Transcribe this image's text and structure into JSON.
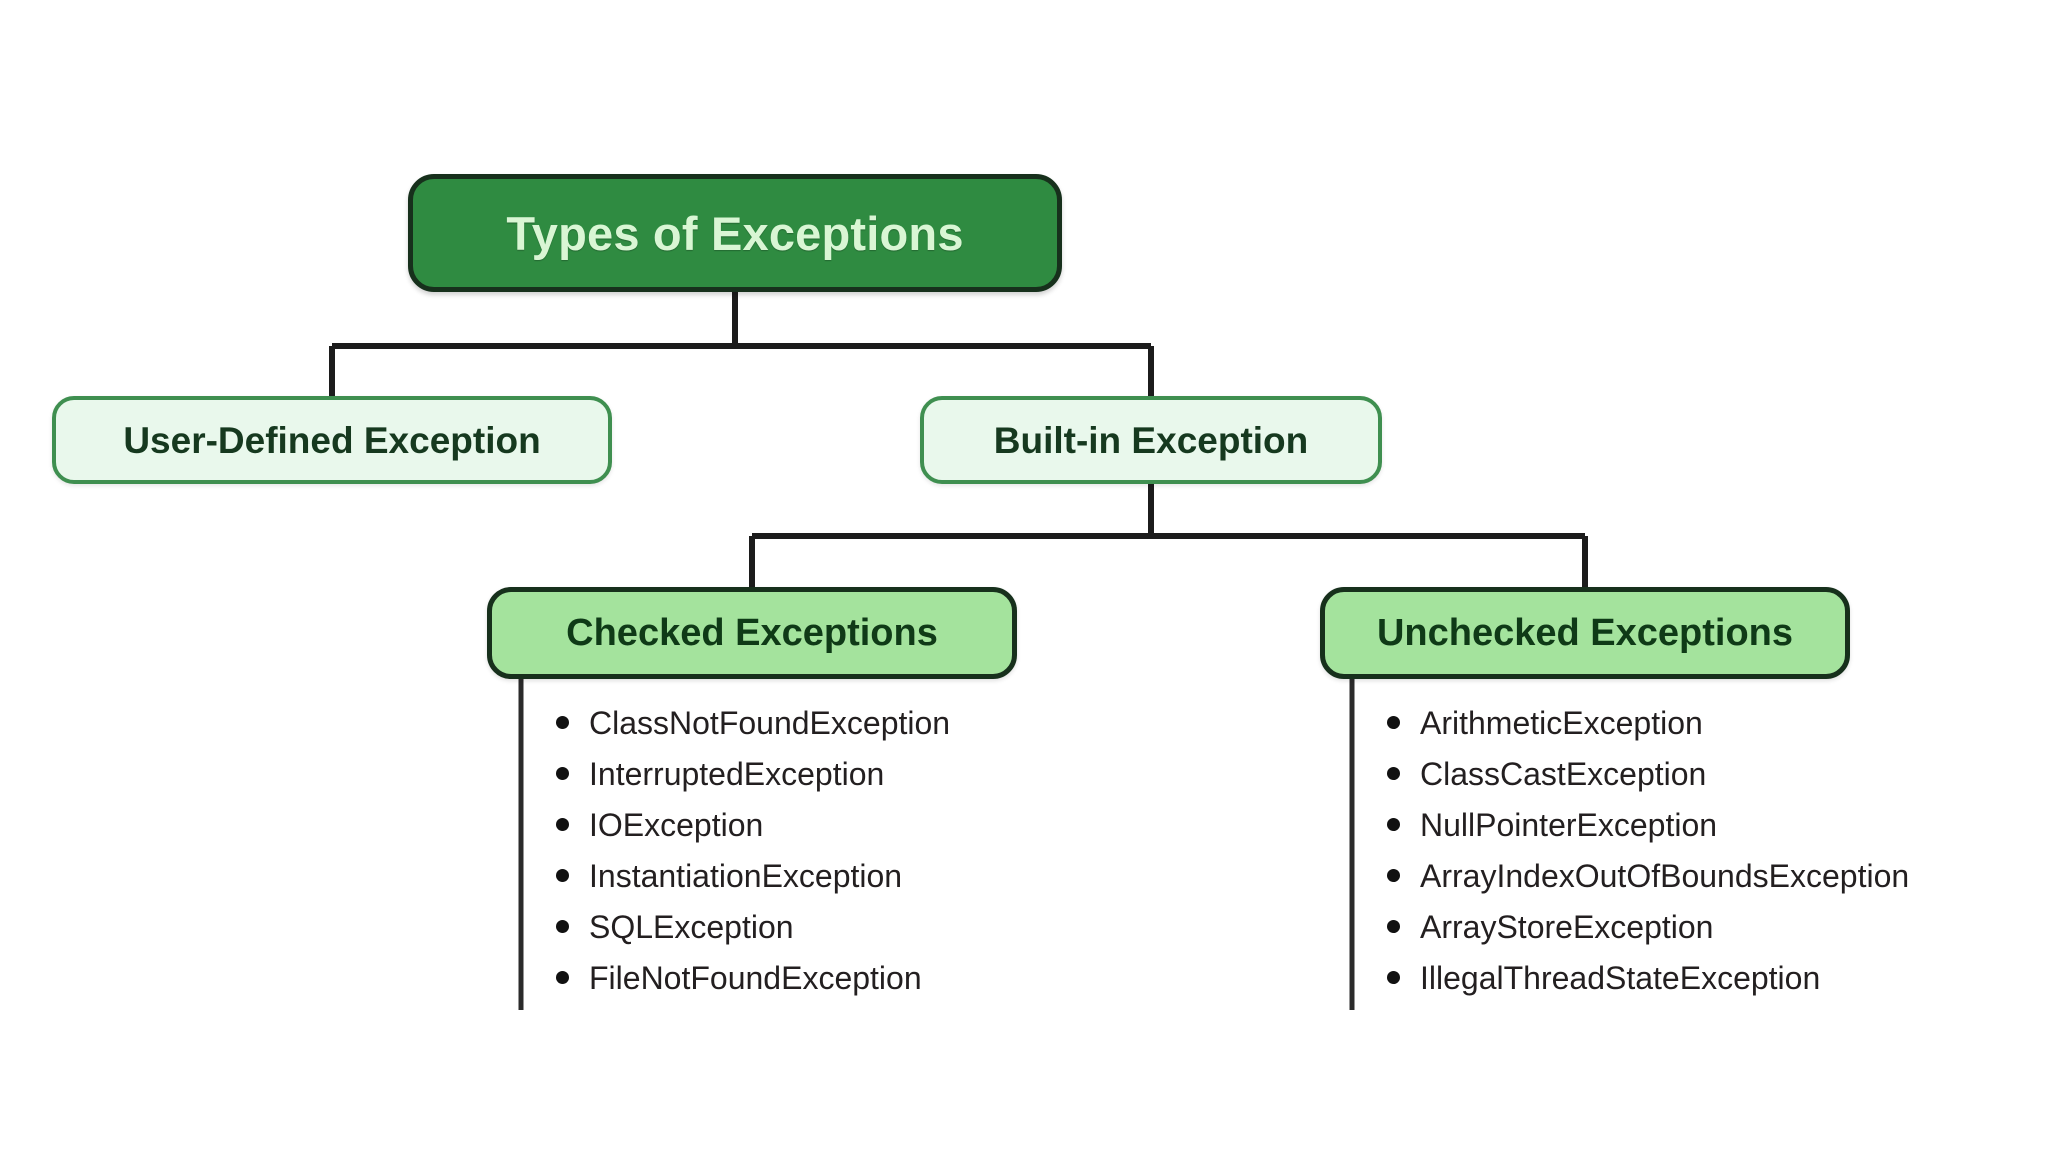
{
  "diagram": {
    "title": "Types of Exceptions",
    "background_color": "#ffffff",
    "connector_color": "#1c1c1c",
    "root": {
      "label": "Types of Exceptions",
      "fill_color": "#2F8B41",
      "border_color": "#17301c",
      "text_color": "#d9f6d4"
    },
    "level2": [
      {
        "label": "User-Defined Exception",
        "fill_color": "#e9f8ec",
        "border_color": "#3f8f50",
        "text_color": "#16391f"
      },
      {
        "label": "Built-in Exception",
        "fill_color": "#e9f8ec",
        "border_color": "#3f8f50",
        "text_color": "#16391f"
      }
    ],
    "level3": [
      {
        "label": "Checked Exceptions",
        "fill_color": "#a4e39d",
        "border_color": "#17301c",
        "text_color": "#0f3a17",
        "items": [
          "ClassNotFoundException",
          "InterruptedException",
          "IOException",
          "InstantiationException",
          "SQLException",
          "FileNotFoundException"
        ]
      },
      {
        "label": "Unchecked Exceptions",
        "fill_color": "#a4e39d",
        "border_color": "#17301c",
        "text_color": "#0f3a17",
        "items": [
          "ArithmeticException",
          "ClassCastException",
          "NullPointerException",
          "ArrayIndexOutOfBoundsException",
          "ArrayStoreException",
          "IllegalThreadStateException"
        ]
      }
    ]
  }
}
